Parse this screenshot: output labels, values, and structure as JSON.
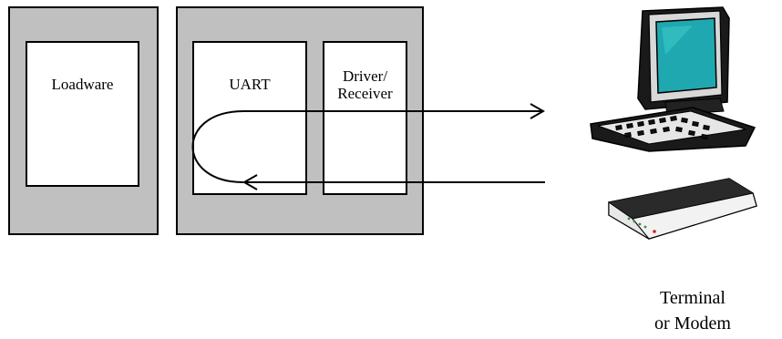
{
  "diagram": {
    "loadware_label": "Loadware",
    "uart_label": "UART",
    "driver_label_line1": "Driver/",
    "driver_label_line2": "Receiver",
    "terminal_label_line1": "Terminal",
    "terminal_label_line2": "or Modem"
  },
  "colors": {
    "panel_fill": "#c0c0c0",
    "inner_fill": "#ffffff",
    "line": "#000000",
    "monitor_screen": "#20a8b0"
  },
  "icons": [
    "computer-terminal-icon",
    "modem-icon"
  ]
}
